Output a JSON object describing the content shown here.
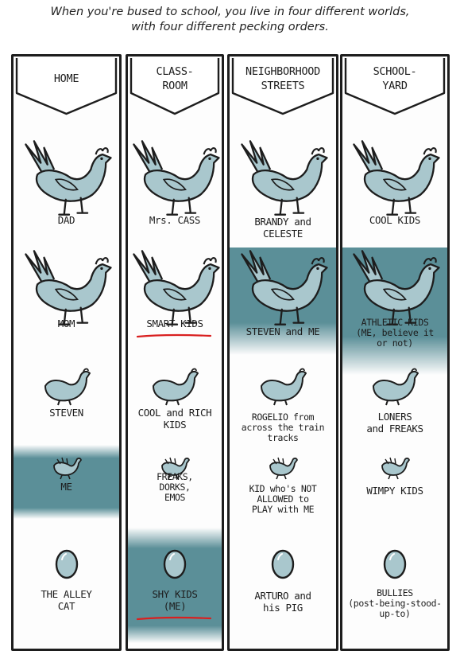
{
  "caption": {
    "line1": "When you're bused to school, you live in four different worlds,",
    "line2": "with four different pecking orders."
  },
  "accent_colors": {
    "band": "#5b8f98",
    "bird_fill": "#a9c7cd",
    "underline": "#d92020"
  },
  "columns": [
    {
      "header": [
        "HOME"
      ],
      "ranks": [
        {
          "label": [
            "DAD"
          ],
          "icon": "chicken-large-icon"
        },
        {
          "label": [
            "MOM"
          ],
          "icon": "chicken-large-icon"
        },
        {
          "label": [
            "STEVEN"
          ],
          "icon": "chicken-medium-icon"
        },
        {
          "label": [
            "ME"
          ],
          "icon": "chicken-small-icon",
          "highlighted": true
        },
        {
          "label": [
            "THE ALLEY",
            "CAT"
          ],
          "icon": "egg-icon"
        }
      ]
    },
    {
      "header": [
        "CLASS-",
        "ROOM"
      ],
      "ranks": [
        {
          "label": [
            "Mrs. CASS"
          ],
          "icon": "chicken-large-icon"
        },
        {
          "label": [
            "SMART KIDS"
          ],
          "icon": "chicken-large-icon",
          "underlined": true
        },
        {
          "label": [
            "COOL and RICH",
            "KIDS"
          ],
          "icon": "chicken-medium-icon"
        },
        {
          "label": [
            "FREAKS,",
            "DORKS,",
            "EMOS"
          ],
          "icon": "chicken-small-icon"
        },
        {
          "label": [
            "SHY KIDS",
            "(ME)"
          ],
          "icon": "egg-icon",
          "highlighted": true,
          "underlined": true
        }
      ]
    },
    {
      "header": [
        "NEIGHBORHOOD",
        "STREETS"
      ],
      "ranks": [
        {
          "label": [
            "BRANDY and",
            "CELESTE"
          ],
          "icon": "chicken-large-icon"
        },
        {
          "label": [
            "STEVEN and ME"
          ],
          "icon": "chicken-large-icon",
          "highlighted": true
        },
        {
          "label": [
            "ROGELIO from",
            "across the train",
            "tracks"
          ],
          "icon": "chicken-medium-icon"
        },
        {
          "label": [
            "KID who's NOT",
            "ALLOWED to",
            "PLAY with ME"
          ],
          "icon": "chicken-small-icon"
        },
        {
          "label": [
            "ARTURO and",
            "his PIG"
          ],
          "icon": "egg-icon"
        }
      ]
    },
    {
      "header": [
        "SCHOOL-",
        "YARD"
      ],
      "ranks": [
        {
          "label": [
            "COOL KIDS"
          ],
          "icon": "chicken-large-icon"
        },
        {
          "label": [
            "ATHLETIC KIDS",
            "(ME, believe it",
            "or not)"
          ],
          "icon": "chicken-large-icon",
          "highlighted": true
        },
        {
          "label": [
            "LONERS",
            "and FREAKS"
          ],
          "icon": "chicken-medium-icon"
        },
        {
          "label": [
            "WIMPY KIDS"
          ],
          "icon": "chicken-small-icon"
        },
        {
          "label": [
            "BULLIES",
            "(post-being-stood-",
            "up-to)"
          ],
          "icon": "egg-icon"
        }
      ]
    }
  ]
}
